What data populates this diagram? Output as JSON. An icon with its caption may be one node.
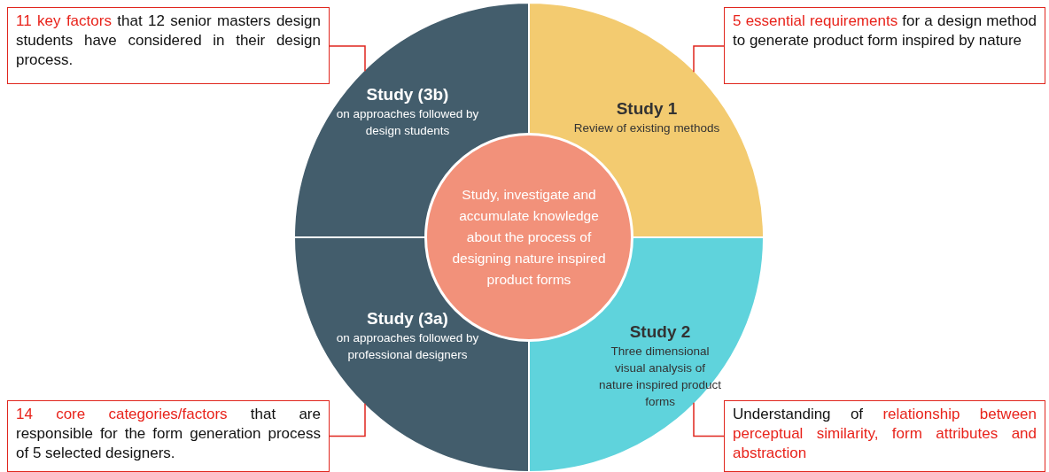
{
  "diagram": {
    "nodes": [
      {
        "text": [
          "**11 key factors** that 12 senior masters design students have considered in their design process."
        ]
      },
      {
        "text": [
          "**5 essential requirements** for a design method to generate product form inspired by nature"
        ]
      },
      {
        "text": [
          "Study (3b)",
          "on approaches followed by design students"
        ]
      },
      {
        "text": [
          "Study 1",
          "Review of existing methods"
        ]
      },
      {
        "text": [
          "Study, investigate and accumulate knowledge about the process of designing nature inspired product forms"
        ]
      },
      {
        "text": [
          "Study (3a)",
          "on approaches followed by professional designers"
        ]
      },
      {
        "text": [
          "Study 2",
          "Three dimensional visual analysis of nature inspired product forms"
        ]
      },
      {
        "text": [
          "**14 core categories/factors** that are responsible for the form generation process of 5 selected designers."
        ]
      },
      {
        "text": [
          "Understanding of **relationship between perceptual similarity, form attributes and abstraction**"
        ]
      }
    ],
    "edges": [
      {
        "from": 0,
        "to": 2,
        "arrow": "none"
      },
      {
        "from": 1,
        "to": 3,
        "arrow": "none"
      },
      {
        "from": 7,
        "to": 5,
        "arrow": "none"
      },
      {
        "from": 8,
        "to": 6,
        "arrow": "none"
      }
    ]
  }
}
